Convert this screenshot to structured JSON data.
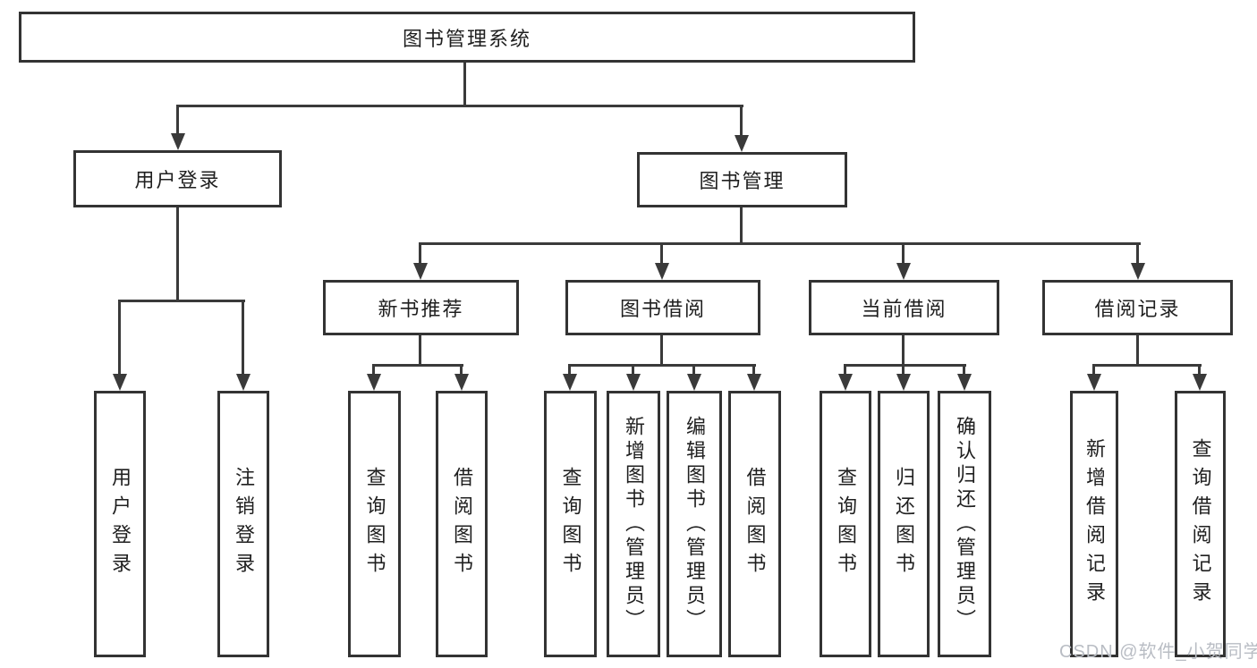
{
  "diagram": {
    "type": "hierarchy-flowchart",
    "nodes": {
      "root": {
        "label": "图书管理系统"
      },
      "level2": [
        {
          "id": "user-login",
          "label": "用户登录"
        },
        {
          "id": "book-management",
          "label": "图书管理"
        }
      ],
      "level3": [
        {
          "id": "new-book-recommend",
          "label": "新书推荐",
          "parent": "图书管理"
        },
        {
          "id": "book-borrow",
          "label": "图书借阅",
          "parent": "图书管理"
        },
        {
          "id": "current-borrow",
          "label": "当前借阅",
          "parent": "图书管理"
        },
        {
          "id": "borrow-records",
          "label": "借阅记录",
          "parent": "图书管理"
        }
      ],
      "leaves": [
        {
          "id": "user-login-leaf",
          "label": "用户登录",
          "parent": "用户登录"
        },
        {
          "id": "logout-leaf",
          "label": "注销登录",
          "parent": "用户登录"
        },
        {
          "id": "query-books-1",
          "label": "查询图书",
          "parent": "新书推荐"
        },
        {
          "id": "borrow-books-1",
          "label": "借阅图书",
          "parent": "新书推荐"
        },
        {
          "id": "query-books-2",
          "label": "查询图书",
          "parent": "图书借阅"
        },
        {
          "id": "add-books-admin",
          "label": "新增图书（管理员）",
          "parent": "图书借阅"
        },
        {
          "id": "edit-books-admin",
          "label": "编辑图书（管理员）",
          "parent": "图书借阅"
        },
        {
          "id": "borrow-books-2",
          "label": "借阅图书",
          "parent": "图书借阅"
        },
        {
          "id": "query-books-3",
          "label": "查询图书",
          "parent": "当前借阅"
        },
        {
          "id": "return-books",
          "label": "归还图书",
          "parent": "当前借阅"
        },
        {
          "id": "confirm-return-admin",
          "label": "确认归还（管理员）",
          "parent": "当前借阅"
        },
        {
          "id": "add-borrow-record",
          "label": "新增借阅记录",
          "parent": "借阅记录"
        },
        {
          "id": "query-borrow-record",
          "label": "查询借阅记录",
          "parent": "借阅记录"
        }
      ]
    },
    "colors": {
      "line": "#3a3a3a",
      "border": "#333333",
      "text": "#1f1f1f",
      "background": "#ffffff",
      "watermark": "#b9bdc4"
    }
  },
  "watermark": {
    "text": "CSDN @软件_小贺同学"
  }
}
